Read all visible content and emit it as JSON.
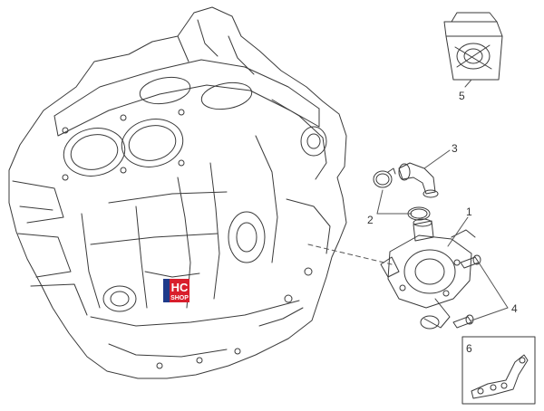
{
  "colors": {
    "line": "#3a3a3a",
    "logo_blue": "#1f3a8a",
    "logo_red": "#d81e2c",
    "background": "#ffffff"
  },
  "logo": {
    "line1": "HC",
    "line2": "SHOP"
  },
  "callouts": [
    {
      "id": "1",
      "label": "1"
    },
    {
      "id": "2",
      "label": "2"
    },
    {
      "id": "3",
      "label": "3"
    },
    {
      "id": "4",
      "label": "4"
    },
    {
      "id": "5",
      "label": "5"
    },
    {
      "id": "6",
      "label": "6"
    }
  ]
}
